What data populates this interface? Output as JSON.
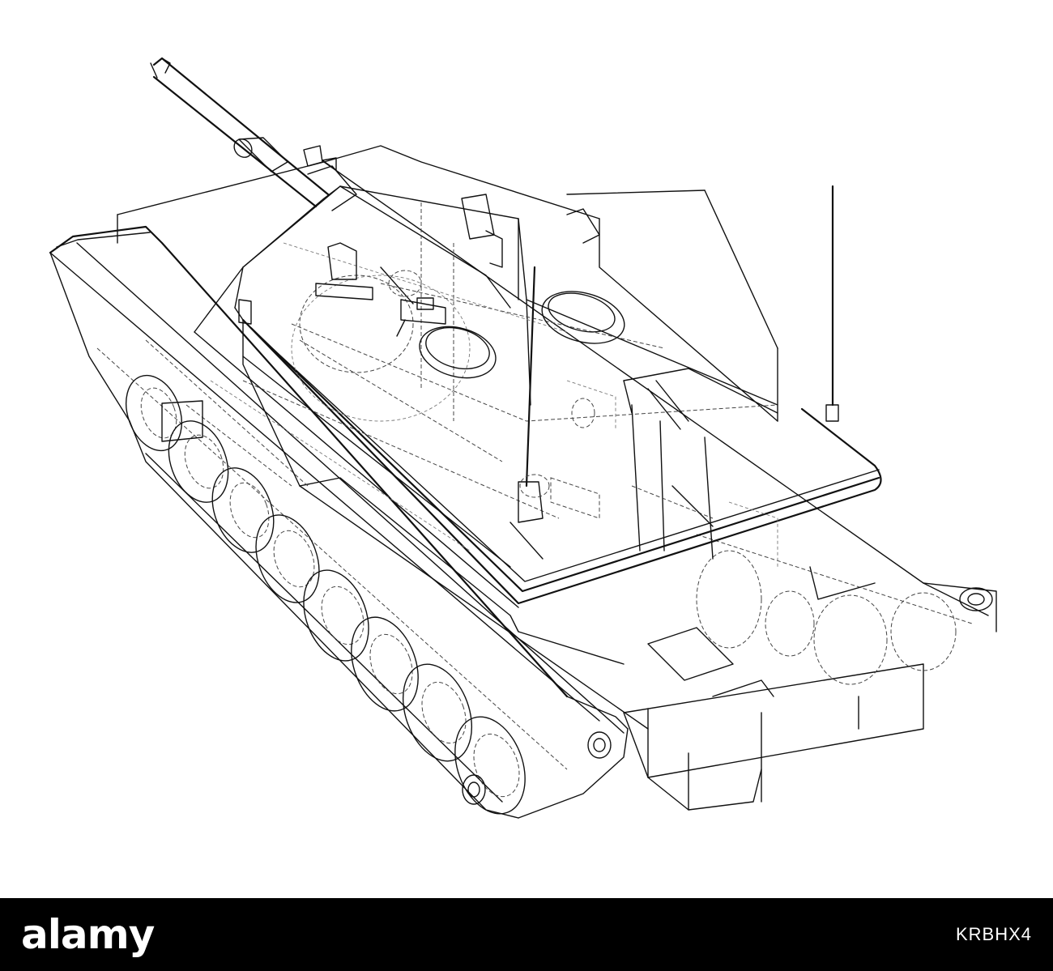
{
  "watermark": {
    "brand": "alamy",
    "image_id": "KRBHX4"
  },
  "illustration": {
    "style": "wireframe",
    "colors": {
      "line": "#111111",
      "background": "#ffffff",
      "bar": "#000000",
      "bar_text": "#ffffff"
    }
  }
}
